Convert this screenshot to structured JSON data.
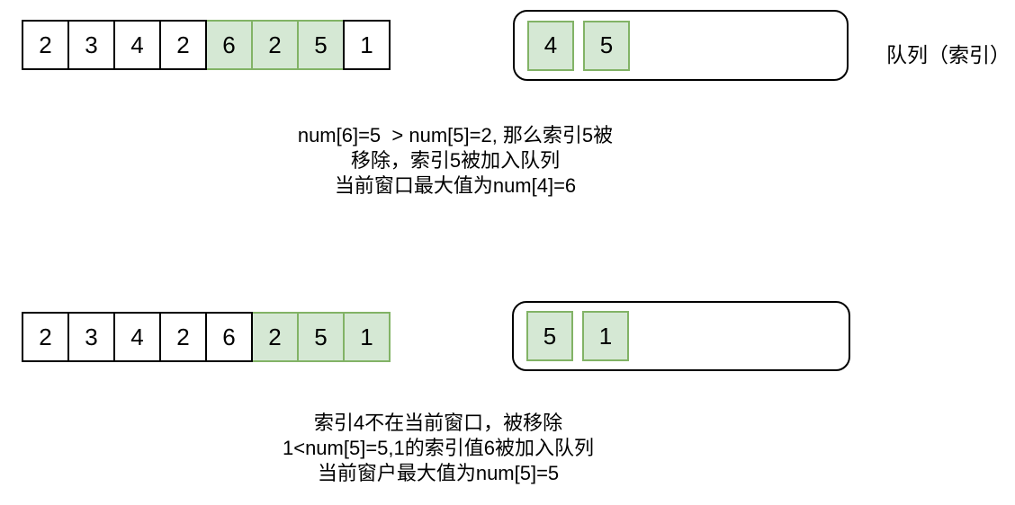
{
  "palette": {
    "green_fill": "#d5e8d4",
    "green_border": "#82b366",
    "outline": "#000000",
    "background": "#ffffff"
  },
  "queue_label": "队列（索引）",
  "rows": [
    {
      "array": {
        "cells": [
          {
            "value": "2",
            "highlight": false
          },
          {
            "value": "3",
            "highlight": false
          },
          {
            "value": "4",
            "highlight": false
          },
          {
            "value": "2",
            "highlight": false
          },
          {
            "value": "6",
            "highlight": true
          },
          {
            "value": "2",
            "highlight": true
          },
          {
            "value": "5",
            "highlight": true
          },
          {
            "value": "1",
            "highlight": false
          }
        ]
      },
      "queue": {
        "cells": [
          "4",
          "5"
        ]
      },
      "caption_lines": [
        "num[6]=5  > num[5]=2, 那么索引5被",
        "移除，索引5被加入队列",
        "当前窗口最大值为num[4]=6"
      ]
    },
    {
      "array": {
        "cells": [
          {
            "value": "2",
            "highlight": false
          },
          {
            "value": "3",
            "highlight": false
          },
          {
            "value": "4",
            "highlight": false
          },
          {
            "value": "2",
            "highlight": false
          },
          {
            "value": "6",
            "highlight": false
          },
          {
            "value": "2",
            "highlight": true
          },
          {
            "value": "5",
            "highlight": true
          },
          {
            "value": "1",
            "highlight": true
          }
        ]
      },
      "queue": {
        "cells": [
          "5",
          "1"
        ]
      },
      "caption_lines": [
        "索引4不在当前窗口，被移除",
        "1<num[5]=5,1的索引值6被加入队列",
        "当前窗户最大值为num[5]=5"
      ]
    }
  ]
}
